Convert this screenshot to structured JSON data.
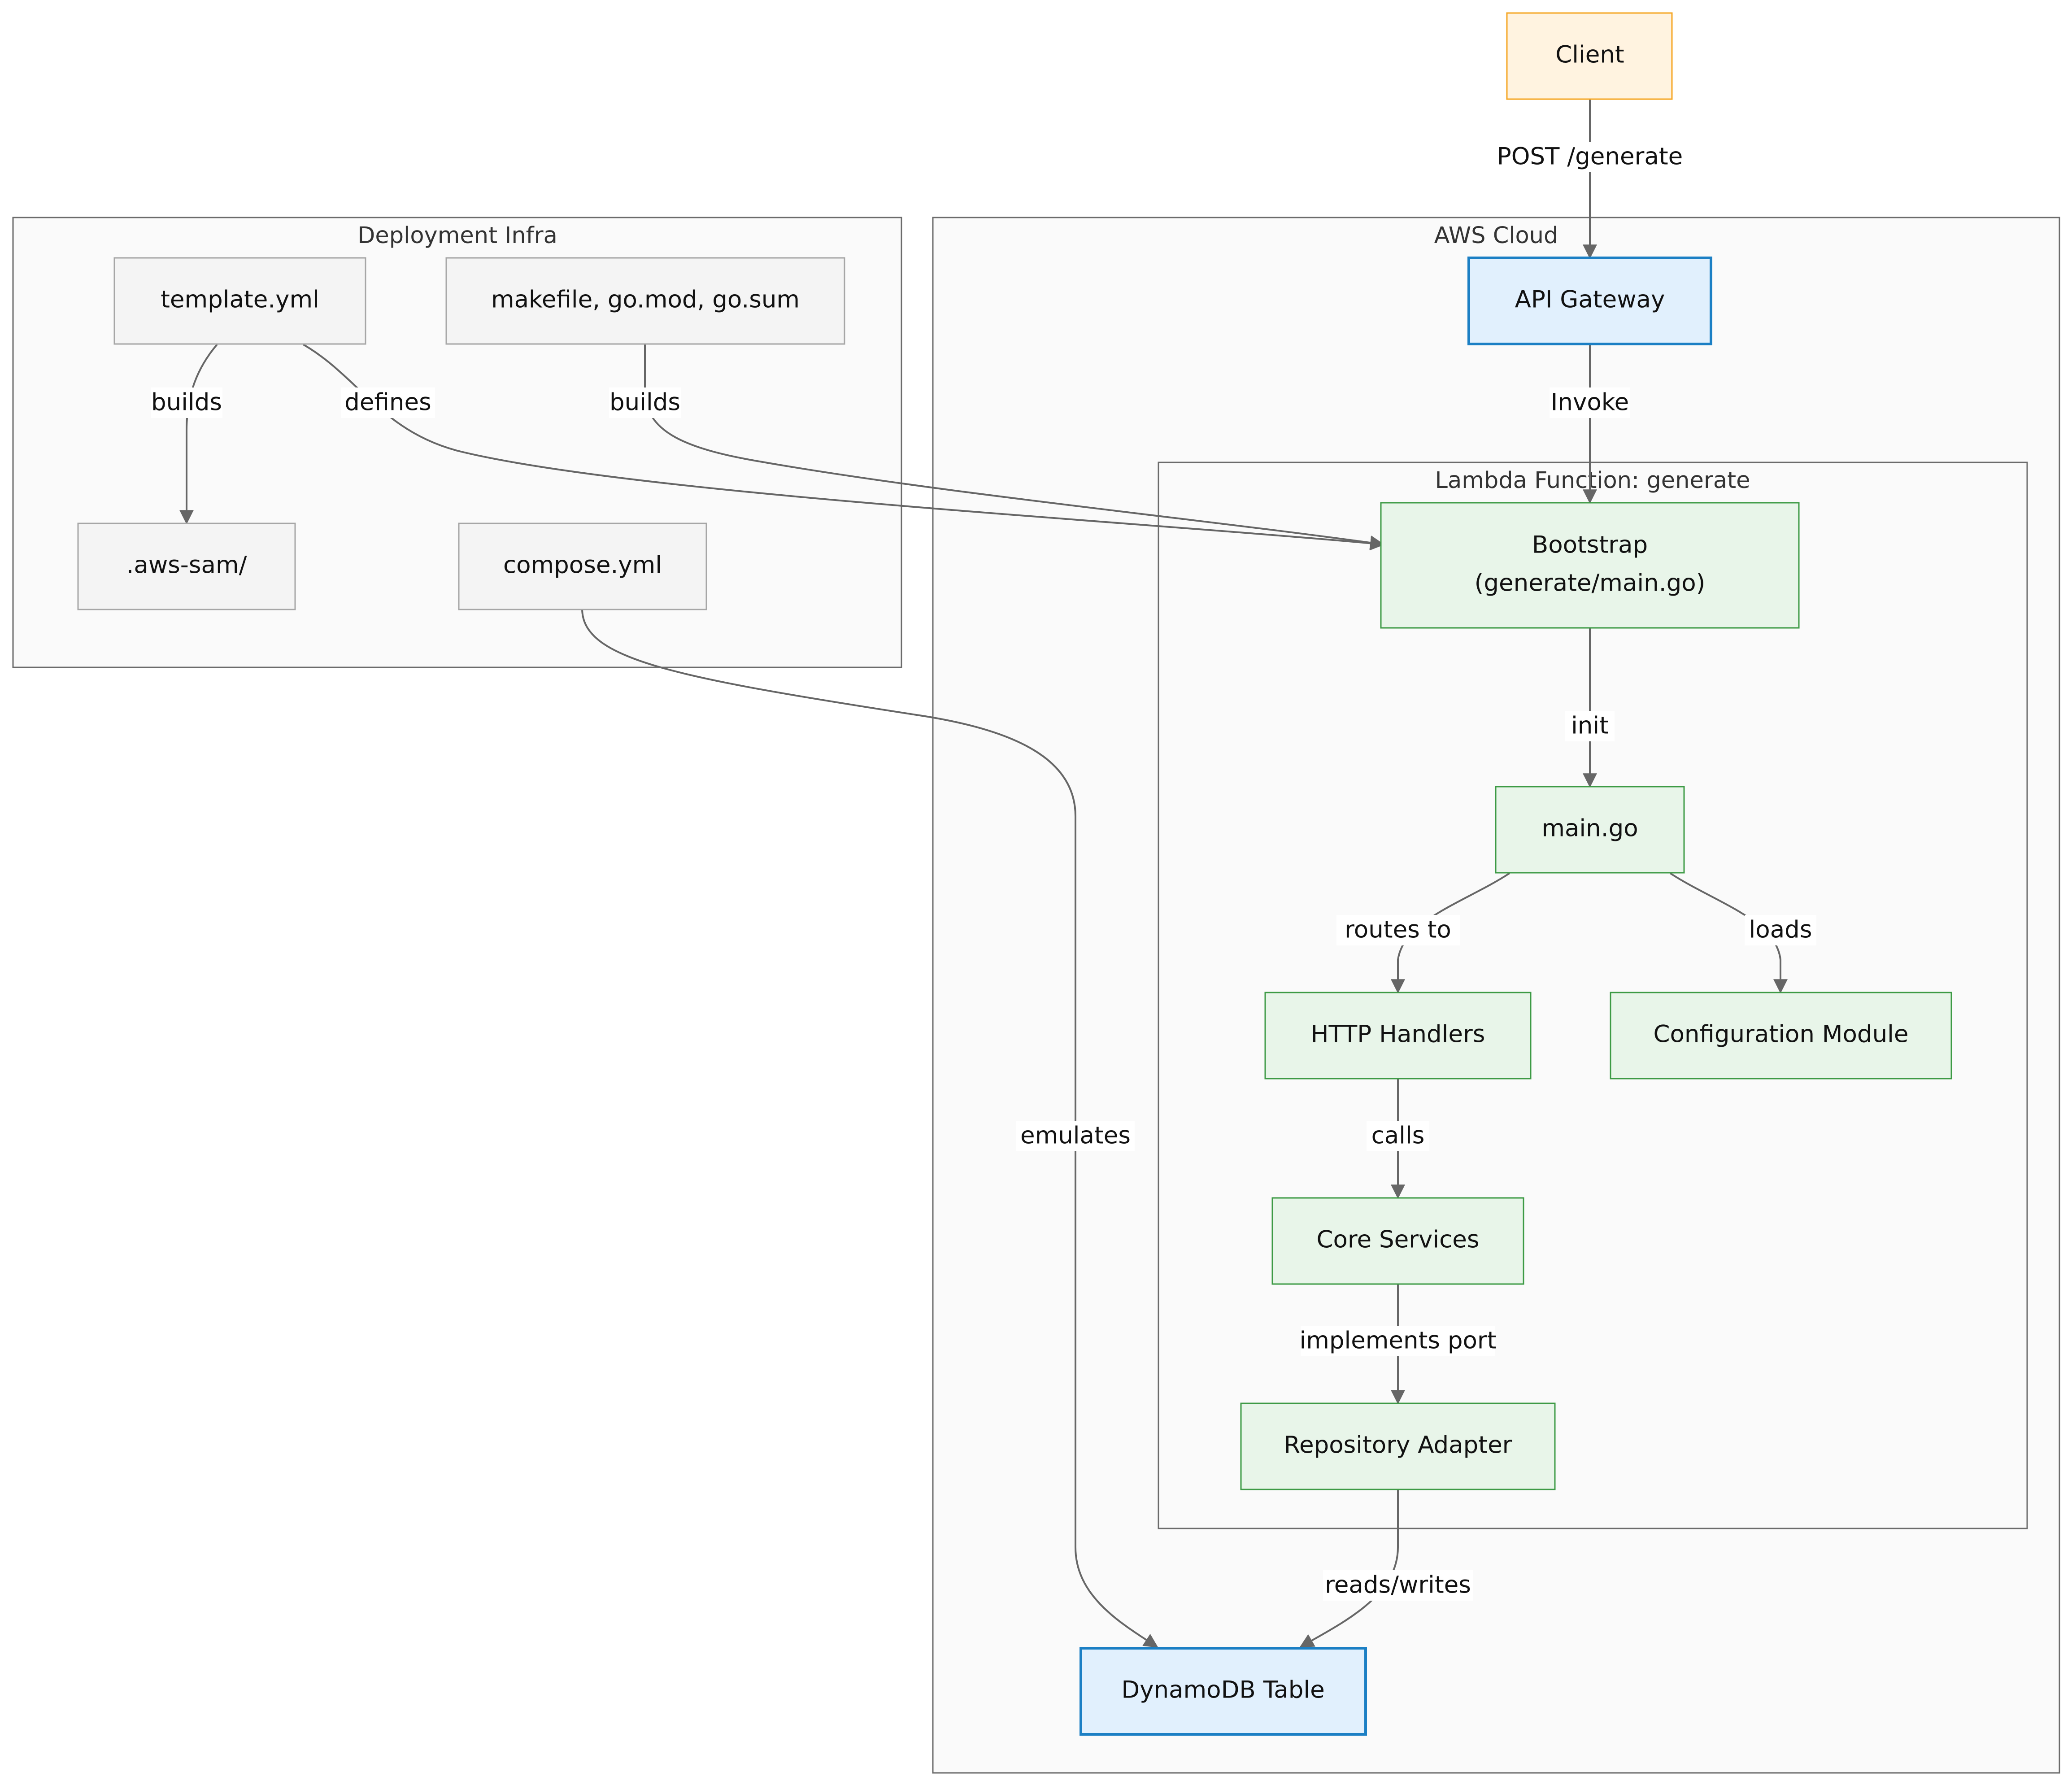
{
  "colors": {
    "client_fill": "#fff3e0",
    "client_stroke": "#f5a623",
    "aws_fill": "#e1f0fd",
    "aws_stroke": "#1b7fc4",
    "lambda_fill": "#e8f5e9",
    "lambda_stroke": "#3d9a45",
    "infra_fill": "#f4f4f4",
    "infra_stroke": "#a6a6a6",
    "cluster_fill": "#fafafa",
    "cluster_stroke": "#6b6b6b",
    "edge": "#666666"
  },
  "clusters": {
    "deployment_infra": "Deployment Infra",
    "aws_cloud": "AWS Cloud",
    "lambda_function": "Lambda Function: generate"
  },
  "nodes": {
    "client": "Client",
    "api_gateway": "API Gateway",
    "bootstrap_line1": "Bootstrap",
    "bootstrap_line2": "(generate/main.go)",
    "main_go": "main.go",
    "http_handlers": "HTTP Handlers",
    "configuration_module": "Configuration Module",
    "core_services": "Core Services",
    "repository_adapter": "Repository Adapter",
    "dynamodb_table": "DynamoDB Table",
    "template_yml": "template.yml",
    "makefile": "makefile, go.mod, go.sum",
    "aws_sam": ".aws-sam/",
    "compose_yml": "compose.yml"
  },
  "edges": {
    "post_generate": "POST /generate",
    "invoke": "Invoke",
    "init": "init",
    "routes_to": "routes to",
    "loads": "loads",
    "calls": "calls",
    "implements_port": "implements port",
    "reads_writes": "reads/writes",
    "builds_sam": "builds",
    "defines": "defines",
    "builds_bootstrap": "builds",
    "emulates": "emulates"
  }
}
